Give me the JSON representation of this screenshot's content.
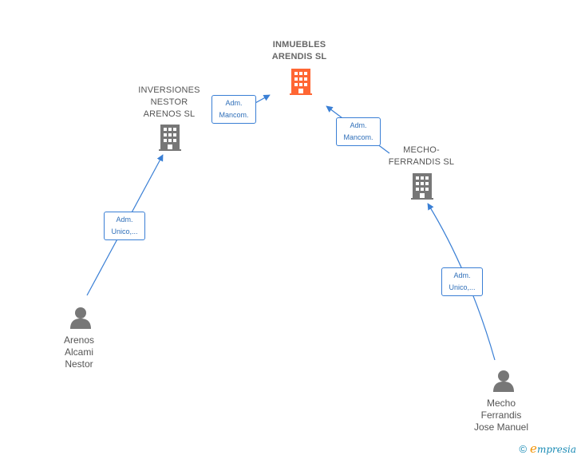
{
  "nodes": {
    "main_company": {
      "label": "INMUEBLES\nARENDIS  SL",
      "color": "#ff6633"
    },
    "company_inversiones": {
      "label": "INVERSIONES\nNESTOR\nARENOS  SL",
      "color": "#777777"
    },
    "company_mecho": {
      "label": "MECHO-\nFERRANDIS  SL",
      "color": "#777777"
    },
    "person_arenos": {
      "label": "Arenos\nAlcami\nNestor"
    },
    "person_mecho": {
      "label": "Mecho\nFerrandis\nJose Manuel"
    }
  },
  "edges": {
    "inversiones_to_main": "Adm.\nMancom.",
    "mecho_to_main": "Adm.\nMancom.",
    "arenos_to_inversiones": "Adm.\nUnico,...",
    "mechoperson_to_mecho": "Adm.\nUnico,..."
  },
  "colors": {
    "edge": "#3a7fd5",
    "main_company": "#ff6633",
    "company": "#777777",
    "person": "#777777"
  },
  "brand": {
    "copyright_symbol": "©",
    "name_initial": "e",
    "name_rest": "mpresia"
  }
}
